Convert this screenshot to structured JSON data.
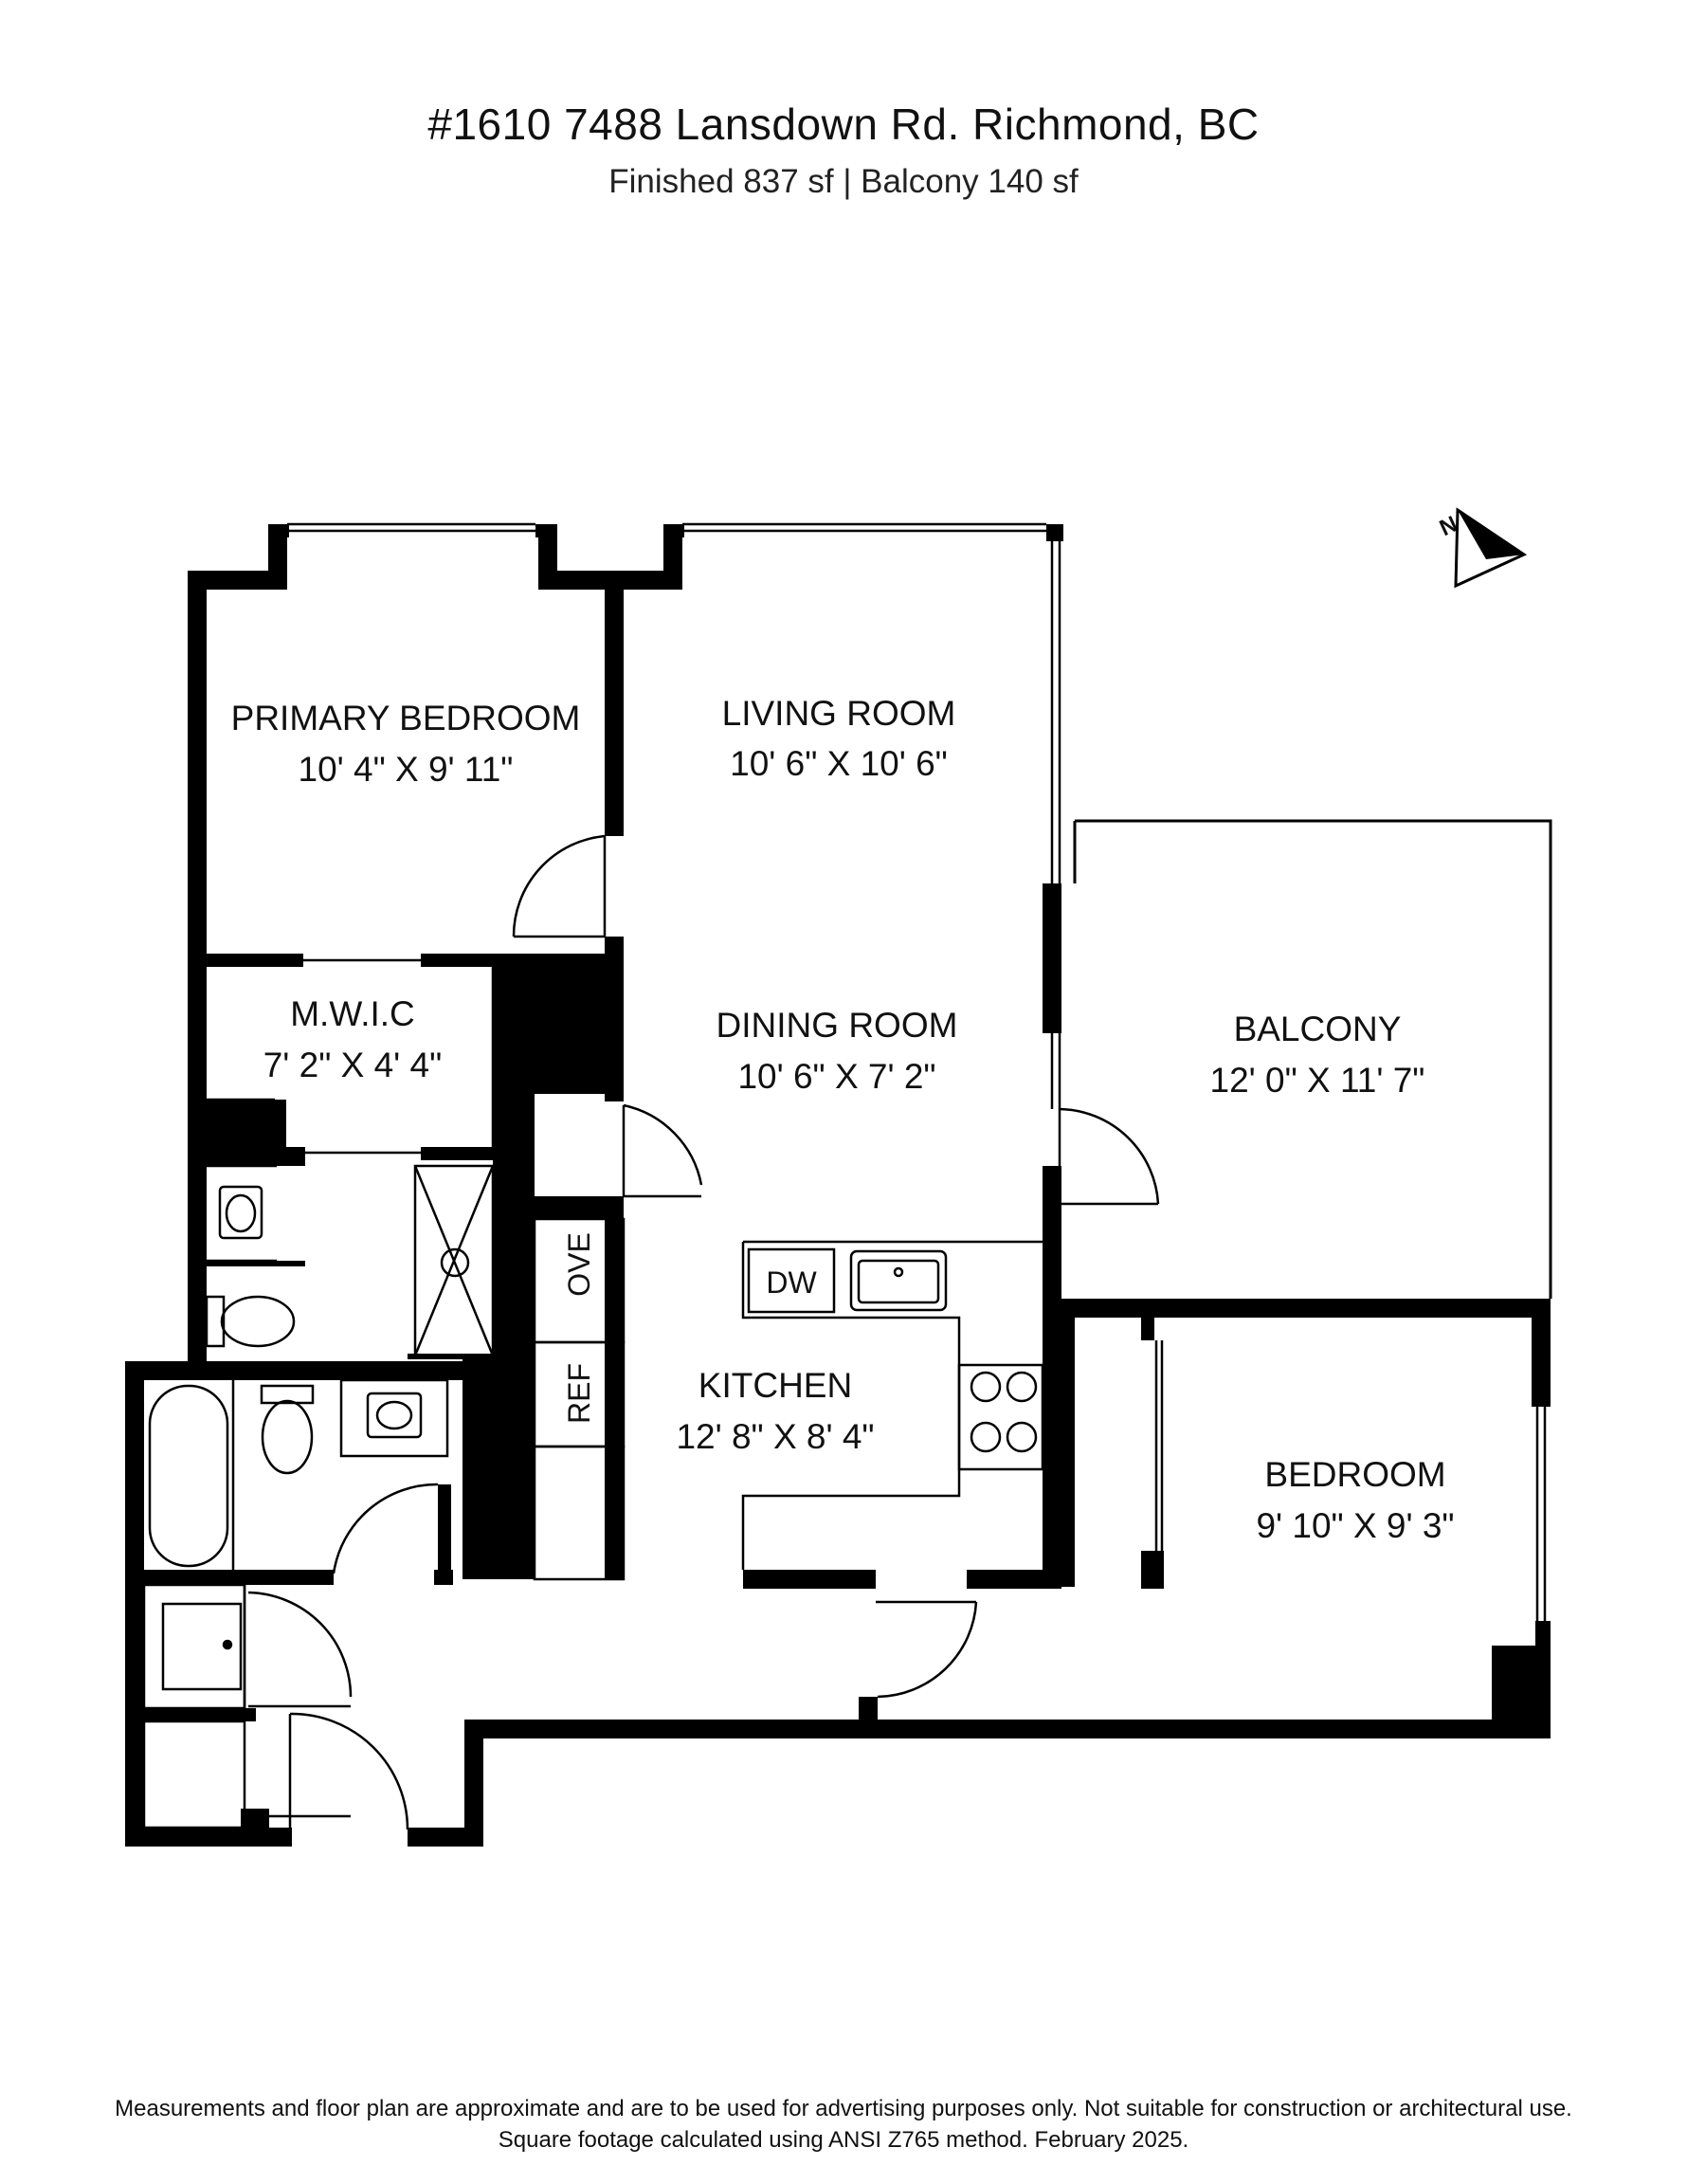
{
  "header": {
    "title": "#1610 7488 Lansdown Rd. Richmond, BC",
    "subtitle": "Finished  837 sf  |  Balcony  140 sf"
  },
  "rooms": {
    "primary_bedroom": {
      "name": "PRIMARY BEDROOM",
      "dims": "10' 4\" X 9' 11\""
    },
    "living_room": {
      "name": "LIVING ROOM",
      "dims": "10' 6\" X 10' 6\""
    },
    "mwic": {
      "name": "M.W.I.C",
      "dims": "7' 2\" X 4' 4\""
    },
    "dining_room": {
      "name": "DINING ROOM",
      "dims": "10' 6\" X 7' 2\""
    },
    "balcony": {
      "name": "BALCONY",
      "dims": "12' 0\" X 11' 7\""
    },
    "kitchen": {
      "name": "KITCHEN",
      "dims": "12' 8\" X 8' 4\""
    },
    "bedroom": {
      "name": "BEDROOM",
      "dims": "9' 10\" X 9' 3\""
    }
  },
  "appliances": {
    "oven": "OVE",
    "fridge": "REF",
    "dishwasher": "DW"
  },
  "compass": {
    "label": "N",
    "icon": "north-arrow-icon"
  },
  "footer": {
    "line1": "Measurements and floor plan are approximate and are to be used for advertising purposes only. Not suitable for construction or architectural use.",
    "line2": "Square footage calculated using ANSI Z765 method. February 2025."
  },
  "colors": {
    "wall": "#000000",
    "background": "#ffffff"
  }
}
